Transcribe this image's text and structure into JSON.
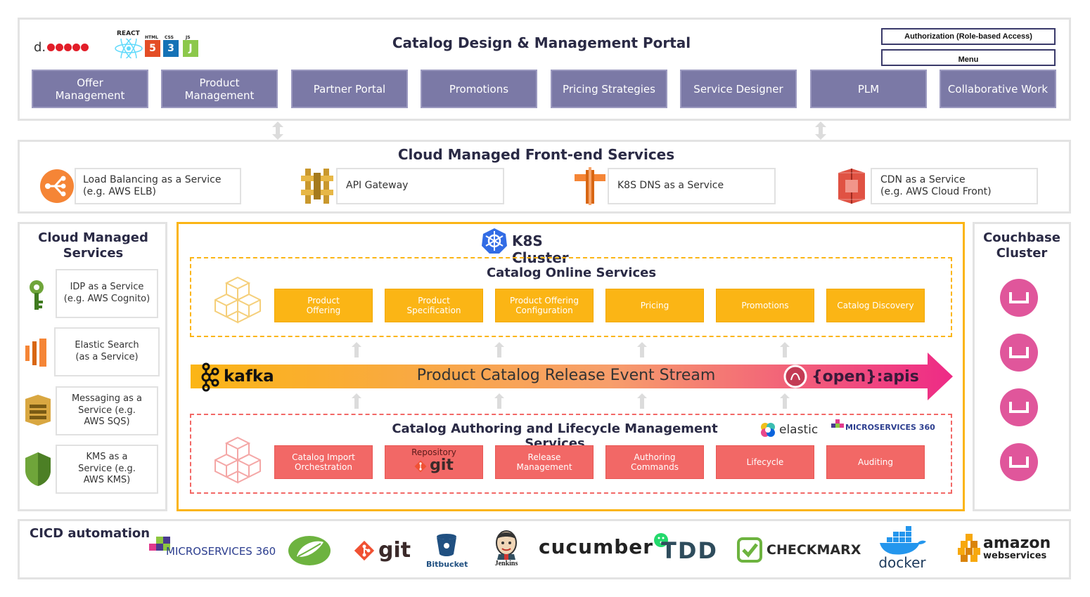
{
  "portal": {
    "title": "Catalog Design & Management Portal",
    "brand": "d.",
    "tech_react": "REACT",
    "tech_html": "HTML",
    "tech_css": "CSS",
    "tech_js": "JS",
    "auth_label": "Authorization (Role-based Access)",
    "menu_label": "Menu",
    "modules": [
      "Offer Management",
      "Product Management",
      "Partner Portal",
      "Promotions",
      "Pricing Strategies",
      "Service Designer",
      "PLM",
      "Collaborative Work"
    ]
  },
  "frontend": {
    "title": "Cloud Managed Front-end Services",
    "services": [
      {
        "line1": "Load Balancing as a Service",
        "line2": "(e.g. AWS ELB)",
        "icon": "load-balancer-icon"
      },
      {
        "line1": "API Gateway",
        "line2": "",
        "icon": "api-gateway-icon"
      },
      {
        "line1": "K8S DNS as a Service",
        "line2": "",
        "icon": "dns-icon"
      },
      {
        "line1": "CDN as a Service",
        "line2": "(e.g. AWS Cloud Front)",
        "icon": "cdn-icon"
      }
    ]
  },
  "cloud_services": {
    "title": "Cloud Managed Services",
    "items": [
      {
        "text": "IDP as a Service (e.g. AWS Cognito)",
        "icon": "key-icon"
      },
      {
        "text": "Elastic Search (as a Service)",
        "icon": "search-service-icon"
      },
      {
        "text": "Messaging as a Service (e.g. AWS SQS)",
        "icon": "queue-icon"
      },
      {
        "text": "KMS as a Service (e.g. AWS KMS)",
        "icon": "shield-icon"
      }
    ]
  },
  "k8s": {
    "title": "K8S Cluster",
    "online_title": "Catalog Online Services",
    "online_services": [
      "Product Offering",
      "Product Specification",
      "Product Offering Configuration",
      "Pricing",
      "Promotions",
      "Catalog Discovery"
    ],
    "stream_label": "Product Catalog Release Event Stream",
    "kafka_label": "kafka",
    "openapis_label": "{open}:apis",
    "authoring_title": "Catalog Authoring and Lifecycle Management Services",
    "elastic_label": "elastic",
    "ms360_label": "MICROSERVICES 360",
    "authoring_services": [
      "Catalog Import Orchestration",
      "Repository",
      "Release Management",
      "Authoring Commands",
      "Lifecycle",
      "Auditing"
    ],
    "git_label": "git"
  },
  "couchbase": {
    "title": "Couchbase Cluster"
  },
  "cicd": {
    "title": "CICD automation",
    "tools": {
      "ms360": "MICROSERVICES 360",
      "git": "git",
      "bitbucket": "Bitbucket",
      "jenkins": "Jenkins",
      "cucumber": "cucumber",
      "tdd": "TDD",
      "checkmarx": "CHECKMARX",
      "docker": "docker",
      "amazon": "amazon",
      "webservices": "webservices"
    }
  },
  "colors": {
    "purple": "#7b79a6",
    "yellow": "#fbb515",
    "red": "#f26866",
    "k8s_border": "#fbb515",
    "couchbase": "#e0569b"
  }
}
